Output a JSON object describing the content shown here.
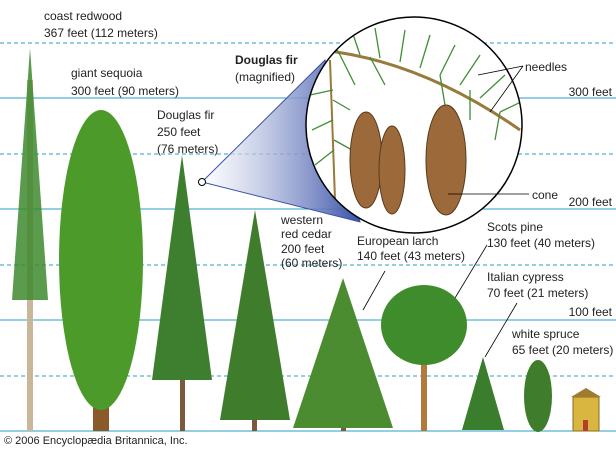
{
  "trees": [
    {
      "name": "coast redwood",
      "height": "367 feet (112 meters)"
    },
    {
      "name": "giant sequoia",
      "height": "300 feet (90 meters)"
    },
    {
      "name": "Douglas fir",
      "height_ft": "250 feet",
      "height_m": "(76 meters)"
    },
    {
      "name_1": "western",
      "name_2": "red cedar",
      "height_ft": "200 feet",
      "height_m": "(60 meters)"
    },
    {
      "name": "European larch",
      "height": "140 feet (43 meters)"
    },
    {
      "name": "Scots pine",
      "height": "130 feet (40 meters)"
    },
    {
      "name": "Italian cypress",
      "height": "70 feet (21 meters)"
    },
    {
      "name": "white spruce",
      "height": "65 feet (20 meters)"
    }
  ],
  "scale": {
    "300": "300 feet",
    "200": "200 feet",
    "100": "100 feet"
  },
  "magnifier": {
    "title": "Douglas fir",
    "subtitle": "(magnified)",
    "needles": "needles",
    "cone": "cone"
  },
  "copyright": "© 2006 Encyclopædia Britannica, Inc.",
  "colors": {
    "gridline": "#2a9ec4",
    "foliage": "#3d8a2e",
    "trunk": "#8a5a2b",
    "magnifier": "#3a52a8"
  }
}
